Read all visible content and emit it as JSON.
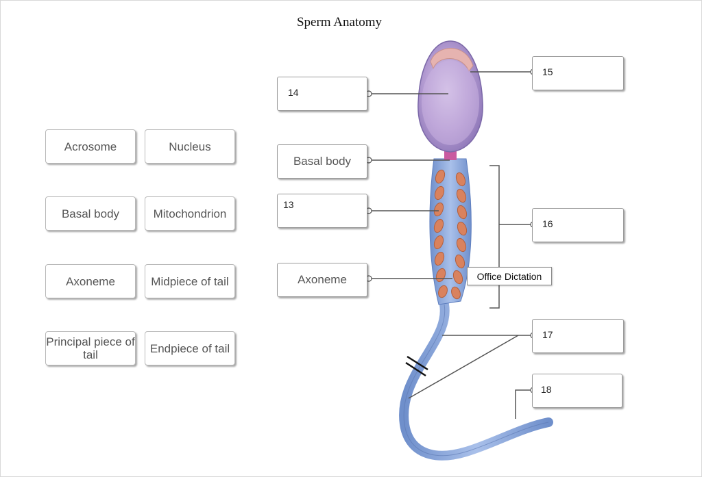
{
  "title": "Sperm Anatomy",
  "word_bank": [
    "Acrosome",
    "Nucleus",
    "Basal body",
    "Mitochondrion",
    "Axoneme",
    "Midpiece of tail",
    "Principal piece of tail",
    "Endpiece of tail"
  ],
  "slots": {
    "s14": "14",
    "s15": "15",
    "basal": "Basal body",
    "s13": "13",
    "s16": "16",
    "axoneme": "Axoneme",
    "s17": "17",
    "s18": "18"
  },
  "tooltip": "Office Dictation",
  "colors": {
    "tail": "#8aa7db",
    "head": "#b9a0d6",
    "acrosome": "#e6b3b0",
    "mitochondria": "#d9825e"
  }
}
